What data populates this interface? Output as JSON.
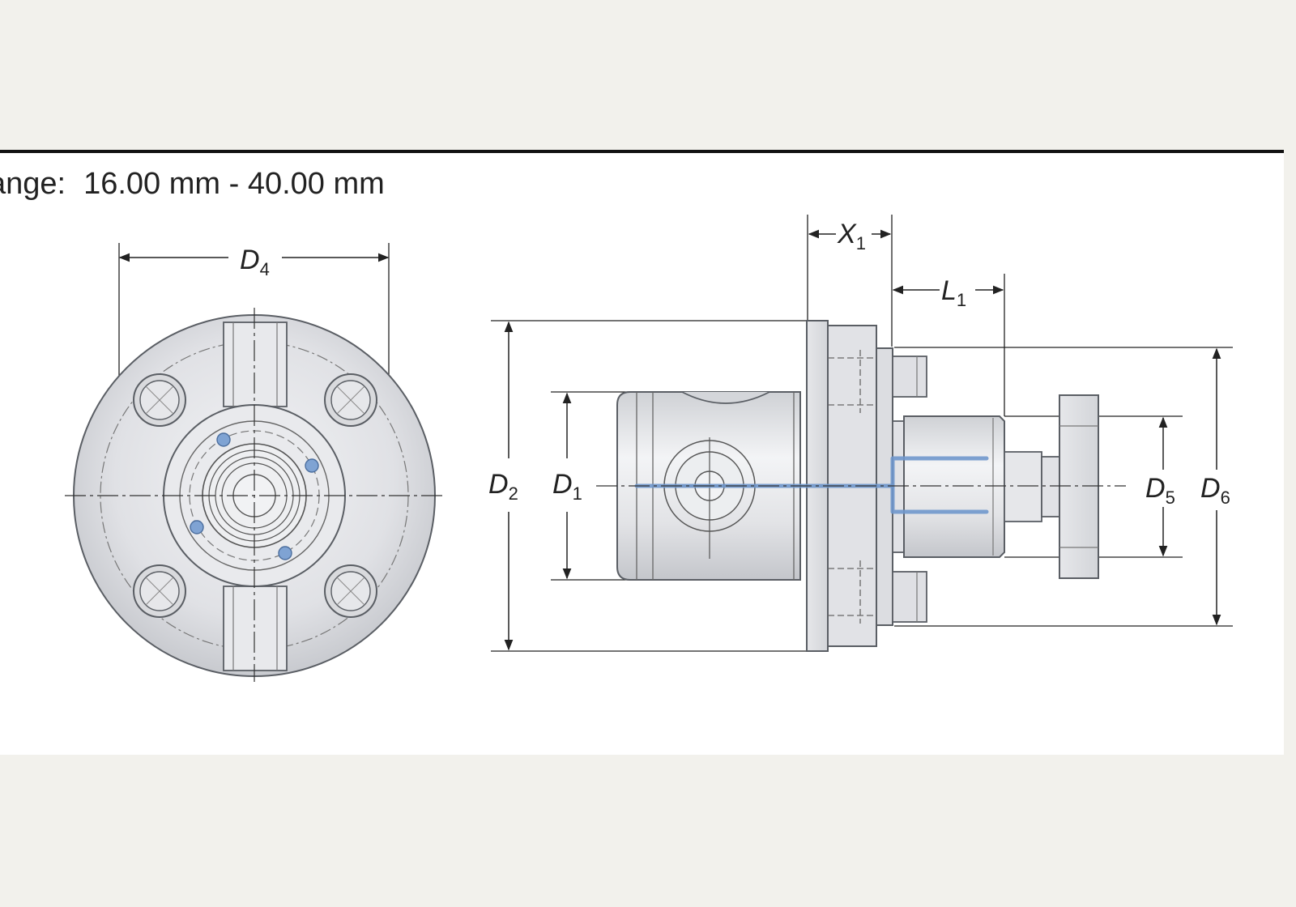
{
  "header": {
    "range_label": "ange:",
    "range_value": "16.00 mm - 40.00 mm"
  },
  "dimensions": {
    "d4": {
      "main": "D",
      "sub": "4"
    },
    "x1": {
      "main": "X",
      "sub": "1"
    },
    "l1": {
      "main": "L",
      "sub": "1"
    },
    "d2": {
      "main": "D",
      "sub": "2"
    },
    "d1": {
      "main": "D",
      "sub": "1"
    },
    "d5": {
      "main": "D",
      "sub": "5"
    },
    "d6": {
      "main": "D",
      "sub": "6"
    }
  },
  "colors": {
    "metal": "#e3e4e7",
    "metal_dark": "#c9cbd0",
    "outline": "#555a60",
    "highlight": "#6f97cc",
    "dimension": "#222222"
  },
  "icons": {
    "front_view": "flange-front-view-icon",
    "side_view": "tool-holder-side-view-icon"
  }
}
